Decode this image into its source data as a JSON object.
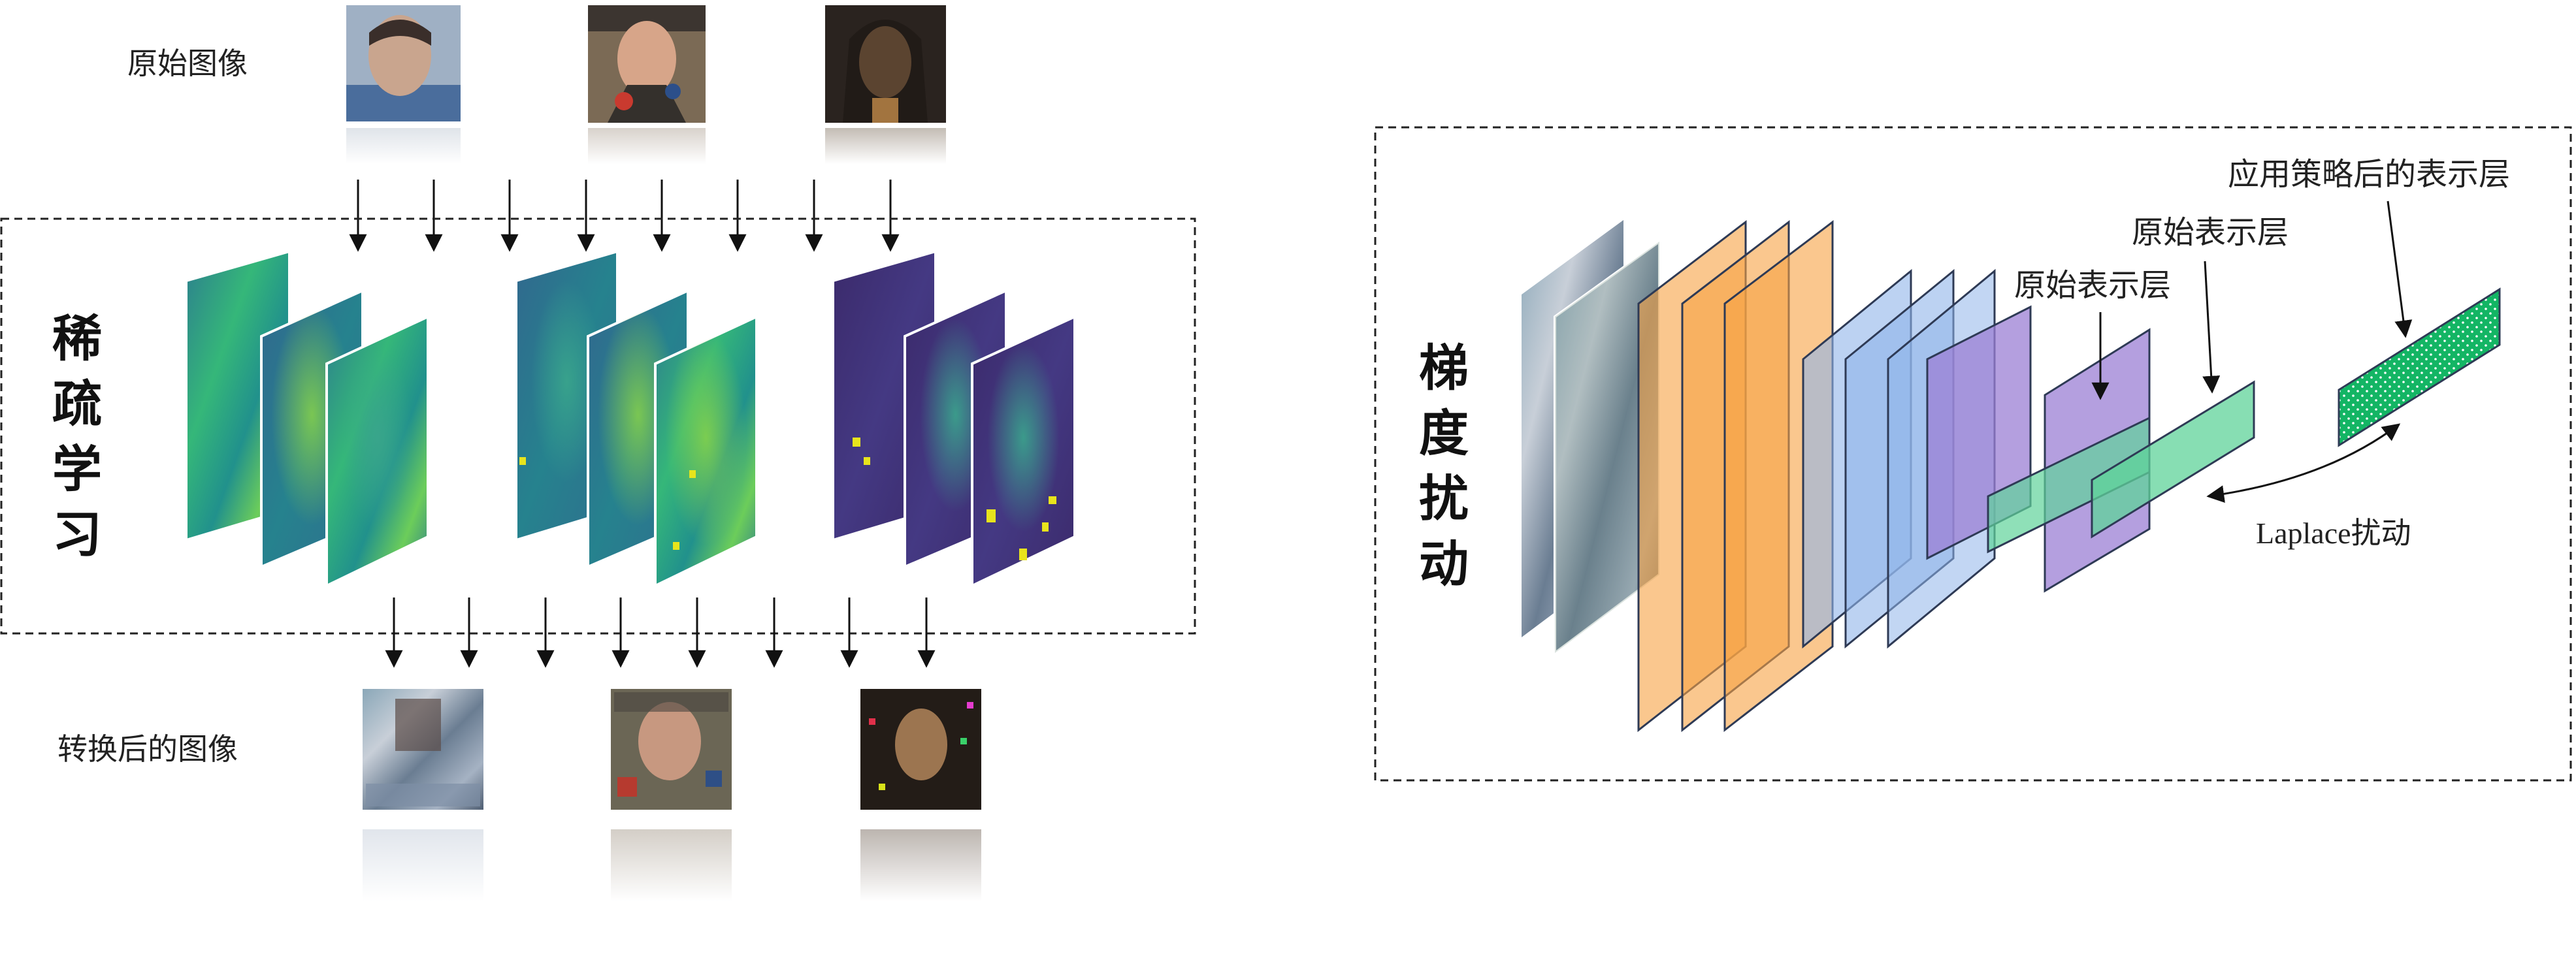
{
  "left_panel": {
    "original_images_label": "原始图像",
    "transformed_images_label": "转换后的图像",
    "section_title": [
      "稀",
      "疏",
      "学",
      "习"
    ]
  },
  "right_panel": {
    "section_title": [
      "梯",
      "度",
      "扰",
      "动"
    ],
    "labels": {
      "orig_repr_1": "原始表示层",
      "orig_repr_2": "原始表示层",
      "policy_repr": "应用策略后的表示层",
      "laplace": "Laplace扰动"
    }
  },
  "colors": {
    "orange": "#f7a142",
    "blue": "#8fb4ea",
    "purple": "#9b7fd4",
    "green": "#5fd39a",
    "green_dark": "#13b564",
    "viridis_dark": "#3b2a6b",
    "viridis_teal": "#23888e",
    "viridis_yellow": "#d8e219"
  }
}
